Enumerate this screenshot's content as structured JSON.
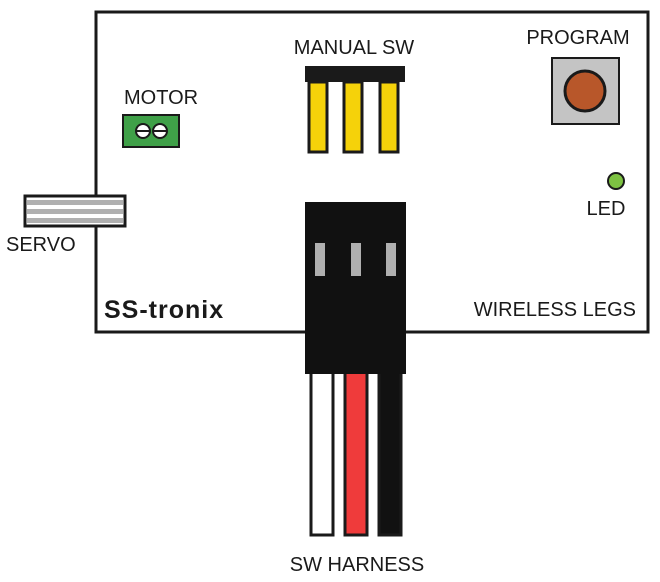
{
  "board": {
    "brand": "SS-tronix",
    "name": "WIRELESS LEGS"
  },
  "labels": {
    "manual_sw": "MANUAL SW",
    "program": "PROGRAM",
    "motor": "MOTOR",
    "led": "LED",
    "servo": "SERVO",
    "sw_harness": "SW HARNESS"
  },
  "colors": {
    "board_outline": "#1a1a1a",
    "header_pins": "#f5d20a",
    "motor_terminal": "#3fa048",
    "program_button": "#b8572a",
    "button_housing": "#c4c4c4",
    "led": "#7dc242",
    "wire_white": "#ffffff",
    "wire_red": "#ef3b3b",
    "wire_black": "#111111",
    "connector_pins": "#b0b0b0"
  }
}
